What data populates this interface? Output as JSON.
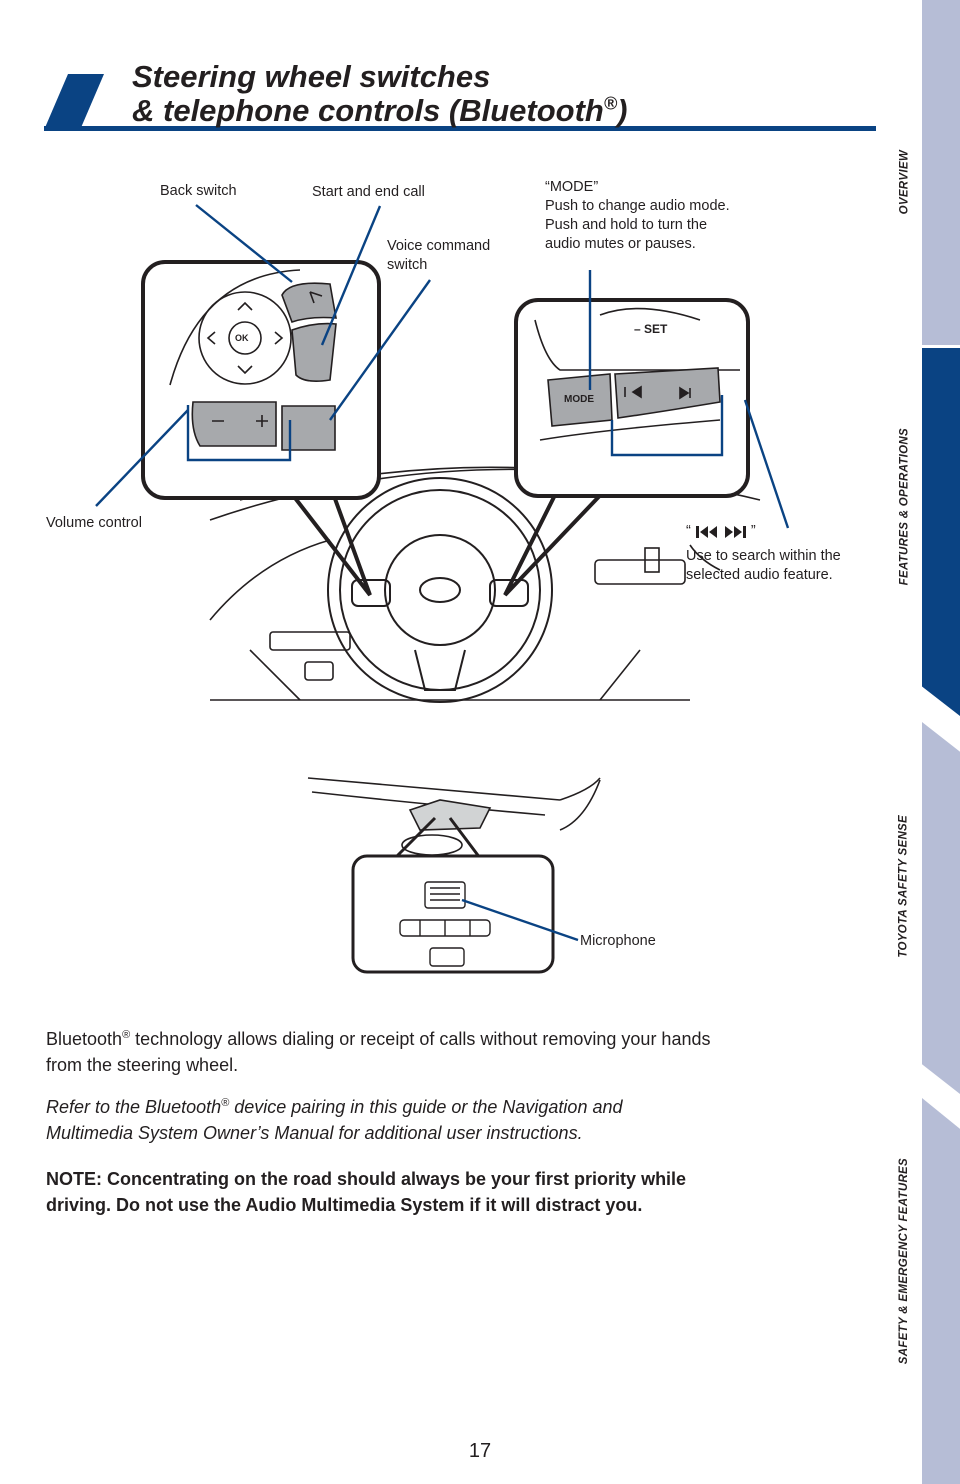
{
  "header": {
    "title_line1": "Steering wheel switches",
    "title_line2_prefix": "& telephone controls (Bluetooth",
    "title_line2_reg": "®",
    "title_line2_suffix": ")"
  },
  "side_tabs": [
    {
      "label": "OVERVIEW",
      "active": false
    },
    {
      "label": "FEATURES & OPERATIONS",
      "active": true
    },
    {
      "label": "TOYOTA SAFETY SENSE",
      "active": false
    },
    {
      "label": "SAFETY & EMERGENCY FEATURES",
      "active": false
    }
  ],
  "callouts": {
    "back_switch": "Back switch",
    "start_end_call": "Start and end call",
    "voice_command_1": "Voice command",
    "voice_command_2": "switch",
    "mode_1": "“MODE”",
    "mode_2": "Push to change audio mode.",
    "mode_3": "Push and hold to turn the",
    "mode_4": "audio mutes or pauses.",
    "volume_control": "Volume control",
    "search_open": "“",
    "search_close": "”",
    "search_1": "Use to search within the",
    "search_2": "selected audio feature.",
    "microphone": "Microphone"
  },
  "button_labels": {
    "ok": "OK",
    "mode": "MODE",
    "set": "– SET"
  },
  "body": {
    "p1_prefix": "Bluetooth",
    "p1_reg": "®",
    "p1_line1_rest": " technology allows dialing or receipt of calls without removing your hands",
    "p1_line2": "from the steering wheel.",
    "p2_prefix": "Refer to the Bluetooth",
    "p2_reg": "®",
    "p2_line1_rest": " device pairing in this guide or the Navigation and",
    "p2_line2": "Multimedia System Owner’s Manual for additional user instructions.",
    "note_line1": "NOTE: Concentrating on the road should always be your first priority while",
    "note_line2": "driving. Do not use the Audio Multimedia System if it will distract you."
  },
  "page_number": "17",
  "colors": {
    "brand_blue": "#0a4383",
    "tab_inactive": "#b6bdd6",
    "button_gray": "#a7a9ac"
  }
}
